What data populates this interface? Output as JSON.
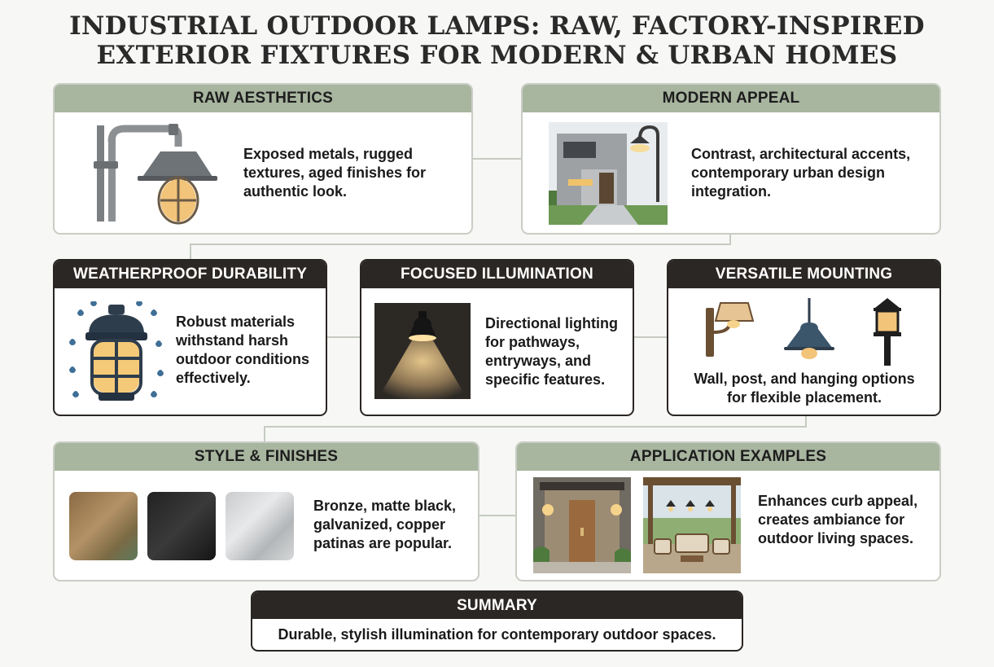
{
  "title": {
    "line1": "INDUSTRIAL OUTDOOR LAMPS: RAW, FACTORY-INSPIRED",
    "line2": "EXTERIOR FIXTURES FOR MODERN & URBAN HOMES"
  },
  "cards": {
    "raw_aesthetics": {
      "header": "RAW AESTHETICS",
      "text": "Exposed metals, rugged textures, aged finishes for authentic look."
    },
    "modern_appeal": {
      "header": "MODERN APPEAL",
      "text": "Contrast, architectural accents, contemporary urban design integration."
    },
    "weatherproof": {
      "header": "WEATHERPROOF DURABILITY",
      "text": "Robust materials withstand harsh outdoor conditions effectively."
    },
    "focused": {
      "header": "FOCUSED ILLUMINATION",
      "text": "Directional lighting for pathways, entryways, and specific features."
    },
    "versatile": {
      "header": "VERSATILE MOUNTING",
      "text": "Wall, post, and hanging options for flexible placement."
    },
    "style": {
      "header": "STYLE & FINISHES",
      "text": "Bronze, matte black, galvanized, copper patinas are popular."
    },
    "application": {
      "header": "APPLICATION EXAMPLES",
      "text": "Enhances curb appeal, creates ambiance for outdoor living spaces."
    }
  },
  "summary": {
    "header": "SUMMARY",
    "text": "Durable, stylish illumination for contemporary outdoor spaces."
  },
  "colors": {
    "header_sage": "#a8b59f",
    "header_dark": "#2b2724",
    "border_light": "#c9cec5",
    "lamp_glow": "#f2c47a"
  },
  "icons": [
    "industrial-pipe-lamp-icon",
    "modern-house-icon",
    "caged-lamp-rain-icon",
    "wall-sconce-photo-icon",
    "wall-lamp-icon",
    "pendant-lamp-icon",
    "post-lantern-icon",
    "bronze-swatch-icon",
    "matte-black-swatch-icon",
    "galvanized-swatch-icon",
    "house-entry-photo-icon",
    "patio-pergola-photo-icon"
  ]
}
